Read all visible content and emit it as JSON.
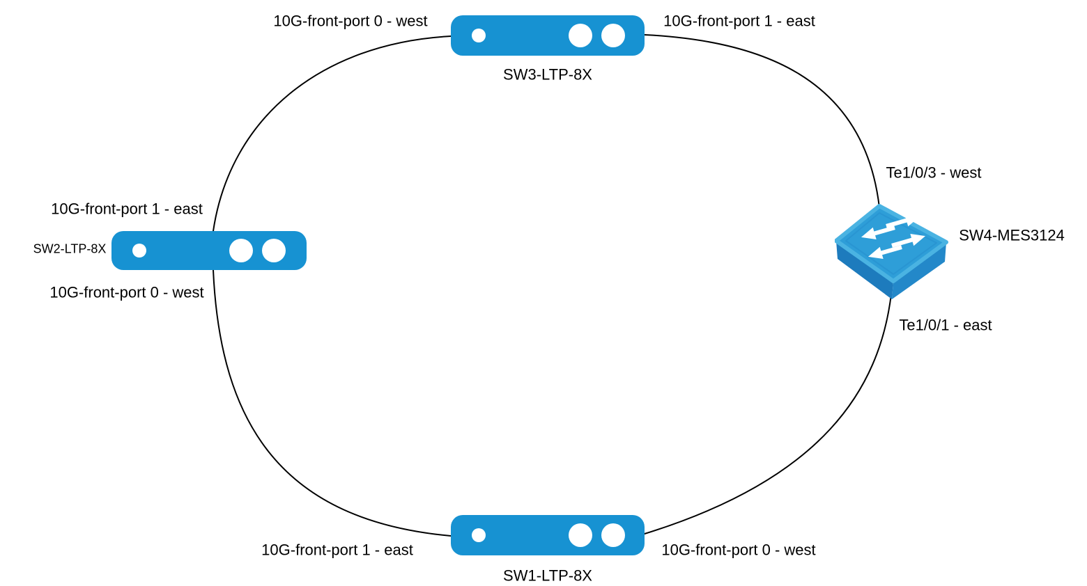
{
  "canvas": {
    "background": "#ffffff"
  },
  "colors": {
    "canvas_bg": "#ffffff",
    "device_blue": "#1792d2",
    "mes_top": "#2e9ed8",
    "mes_top_rim": "#4ab3e2",
    "mes_top_inner": "#2691cf",
    "mes_side_left": "#1d7bbd",
    "mes_side_right": "#2388c9",
    "link_color": "#000000",
    "text_color": "#000000"
  },
  "nodes": {
    "sw3": {
      "label": "SW3-LTP-8X",
      "port_west": "10G-front-port 0 - west",
      "port_east": "10G-front-port 1 - east"
    },
    "sw2": {
      "label": "SW2-LTP-8X",
      "port_east": "10G-front-port 1 - east",
      "port_west": "10G-front-port 0 - west"
    },
    "sw4": {
      "label": "SW4-MES3124",
      "port_west": "Te1/0/3 - west",
      "port_east": "Te1/0/1 - east"
    },
    "sw1": {
      "label": "SW1-LTP-8X",
      "port_east": "10G-front-port 1 - east",
      "port_west": "10G-front-port 0 - west"
    }
  },
  "links": [
    {
      "from": "SW2-LTP-8X",
      "from_port": "10G-front-port 1 - east",
      "to": "SW3-LTP-8X",
      "to_port": "10G-front-port 0 - west"
    },
    {
      "from": "SW3-LTP-8X",
      "from_port": "10G-front-port 1 - east",
      "to": "SW4-MES3124",
      "to_port": "Te1/0/3 - west"
    },
    {
      "from": "SW4-MES3124",
      "from_port": "Te1/0/1 - east",
      "to": "SW1-LTP-8X",
      "to_port": "10G-front-port 0 - west"
    },
    {
      "from": "SW1-LTP-8X",
      "from_port": "10G-front-port 1 - east",
      "to": "SW2-LTP-8X",
      "to_port": "10G-front-port 0 - west"
    }
  ]
}
